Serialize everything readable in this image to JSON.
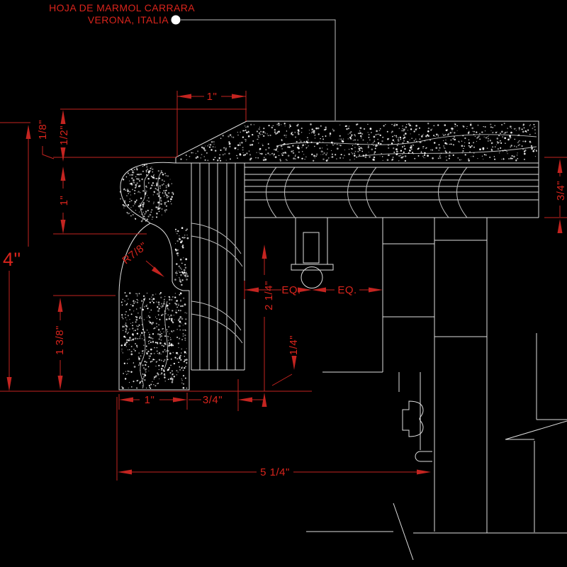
{
  "meta": {
    "background": "#000000",
    "line_color": "#dedede",
    "dim_color": "#c32420",
    "text_color": "#d9241c",
    "leader_dot_color": "#ffffff"
  },
  "title": {
    "line1": "HOJA DE MARMOL CARRARA",
    "line2": "VERONA, ITALIA"
  },
  "dimensions": {
    "top_width": "1\"",
    "chamfer": "1/8\"",
    "slab_thickness": "1/2\"",
    "bead_height": "1\"",
    "overall_height": "4\"",
    "cove_radius": "R7/8\"",
    "apron_height": "1 3/8\"",
    "soffit_height": "2 1/4\"",
    "eq_left": "EQ.",
    "eq_right": "EQ.",
    "reveal": "1/4\"",
    "subtop_thickness": "3/4\"",
    "apron_width": "1\"",
    "board_width": "3/4\"",
    "overall_width": "5 1/4\""
  }
}
